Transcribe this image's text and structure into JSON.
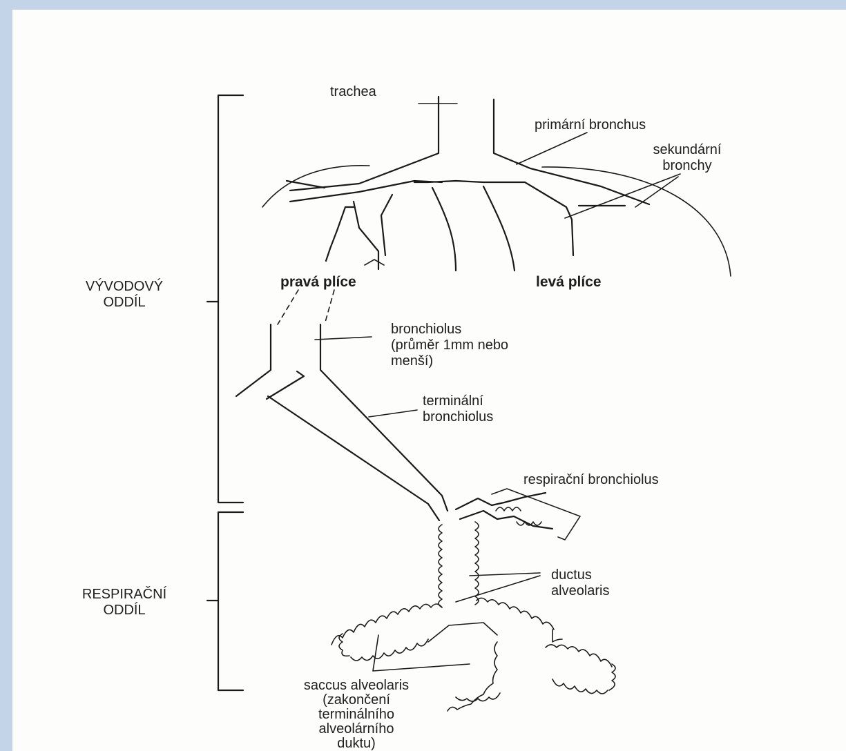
{
  "colors": {
    "frame": "#c3d3e8",
    "paper": "#fdfdfb",
    "ink": "#1a1a1a"
  },
  "labels": {
    "trachea": "trachea",
    "primary_bronchus": "primární bronchus",
    "secondary_bronchi": [
      "sekundární",
      "bronchy"
    ],
    "right_lung": "pravá plíce",
    "left_lung": "levá plíce",
    "conducting_section": [
      "VÝVODOVÝ",
      "ODDÍL"
    ],
    "bronchiolus": [
      "bronchiolus",
      "(průměr 1mm nebo",
      "menší)"
    ],
    "terminal_bronchiolus": [
      "terminální",
      "bronchiolus"
    ],
    "respiratory_bronchiolus": "respirační bronchiolus",
    "respiratory_section": [
      "RESPIRAČNÍ",
      "ODDÍL"
    ],
    "ductus_alveolaris": [
      "ductus",
      "alveolaris"
    ],
    "saccus_alveolaris": [
      "saccus alveolaris",
      "(zakončení",
      "terminálního",
      "alveolárního",
      "duktu)"
    ]
  }
}
